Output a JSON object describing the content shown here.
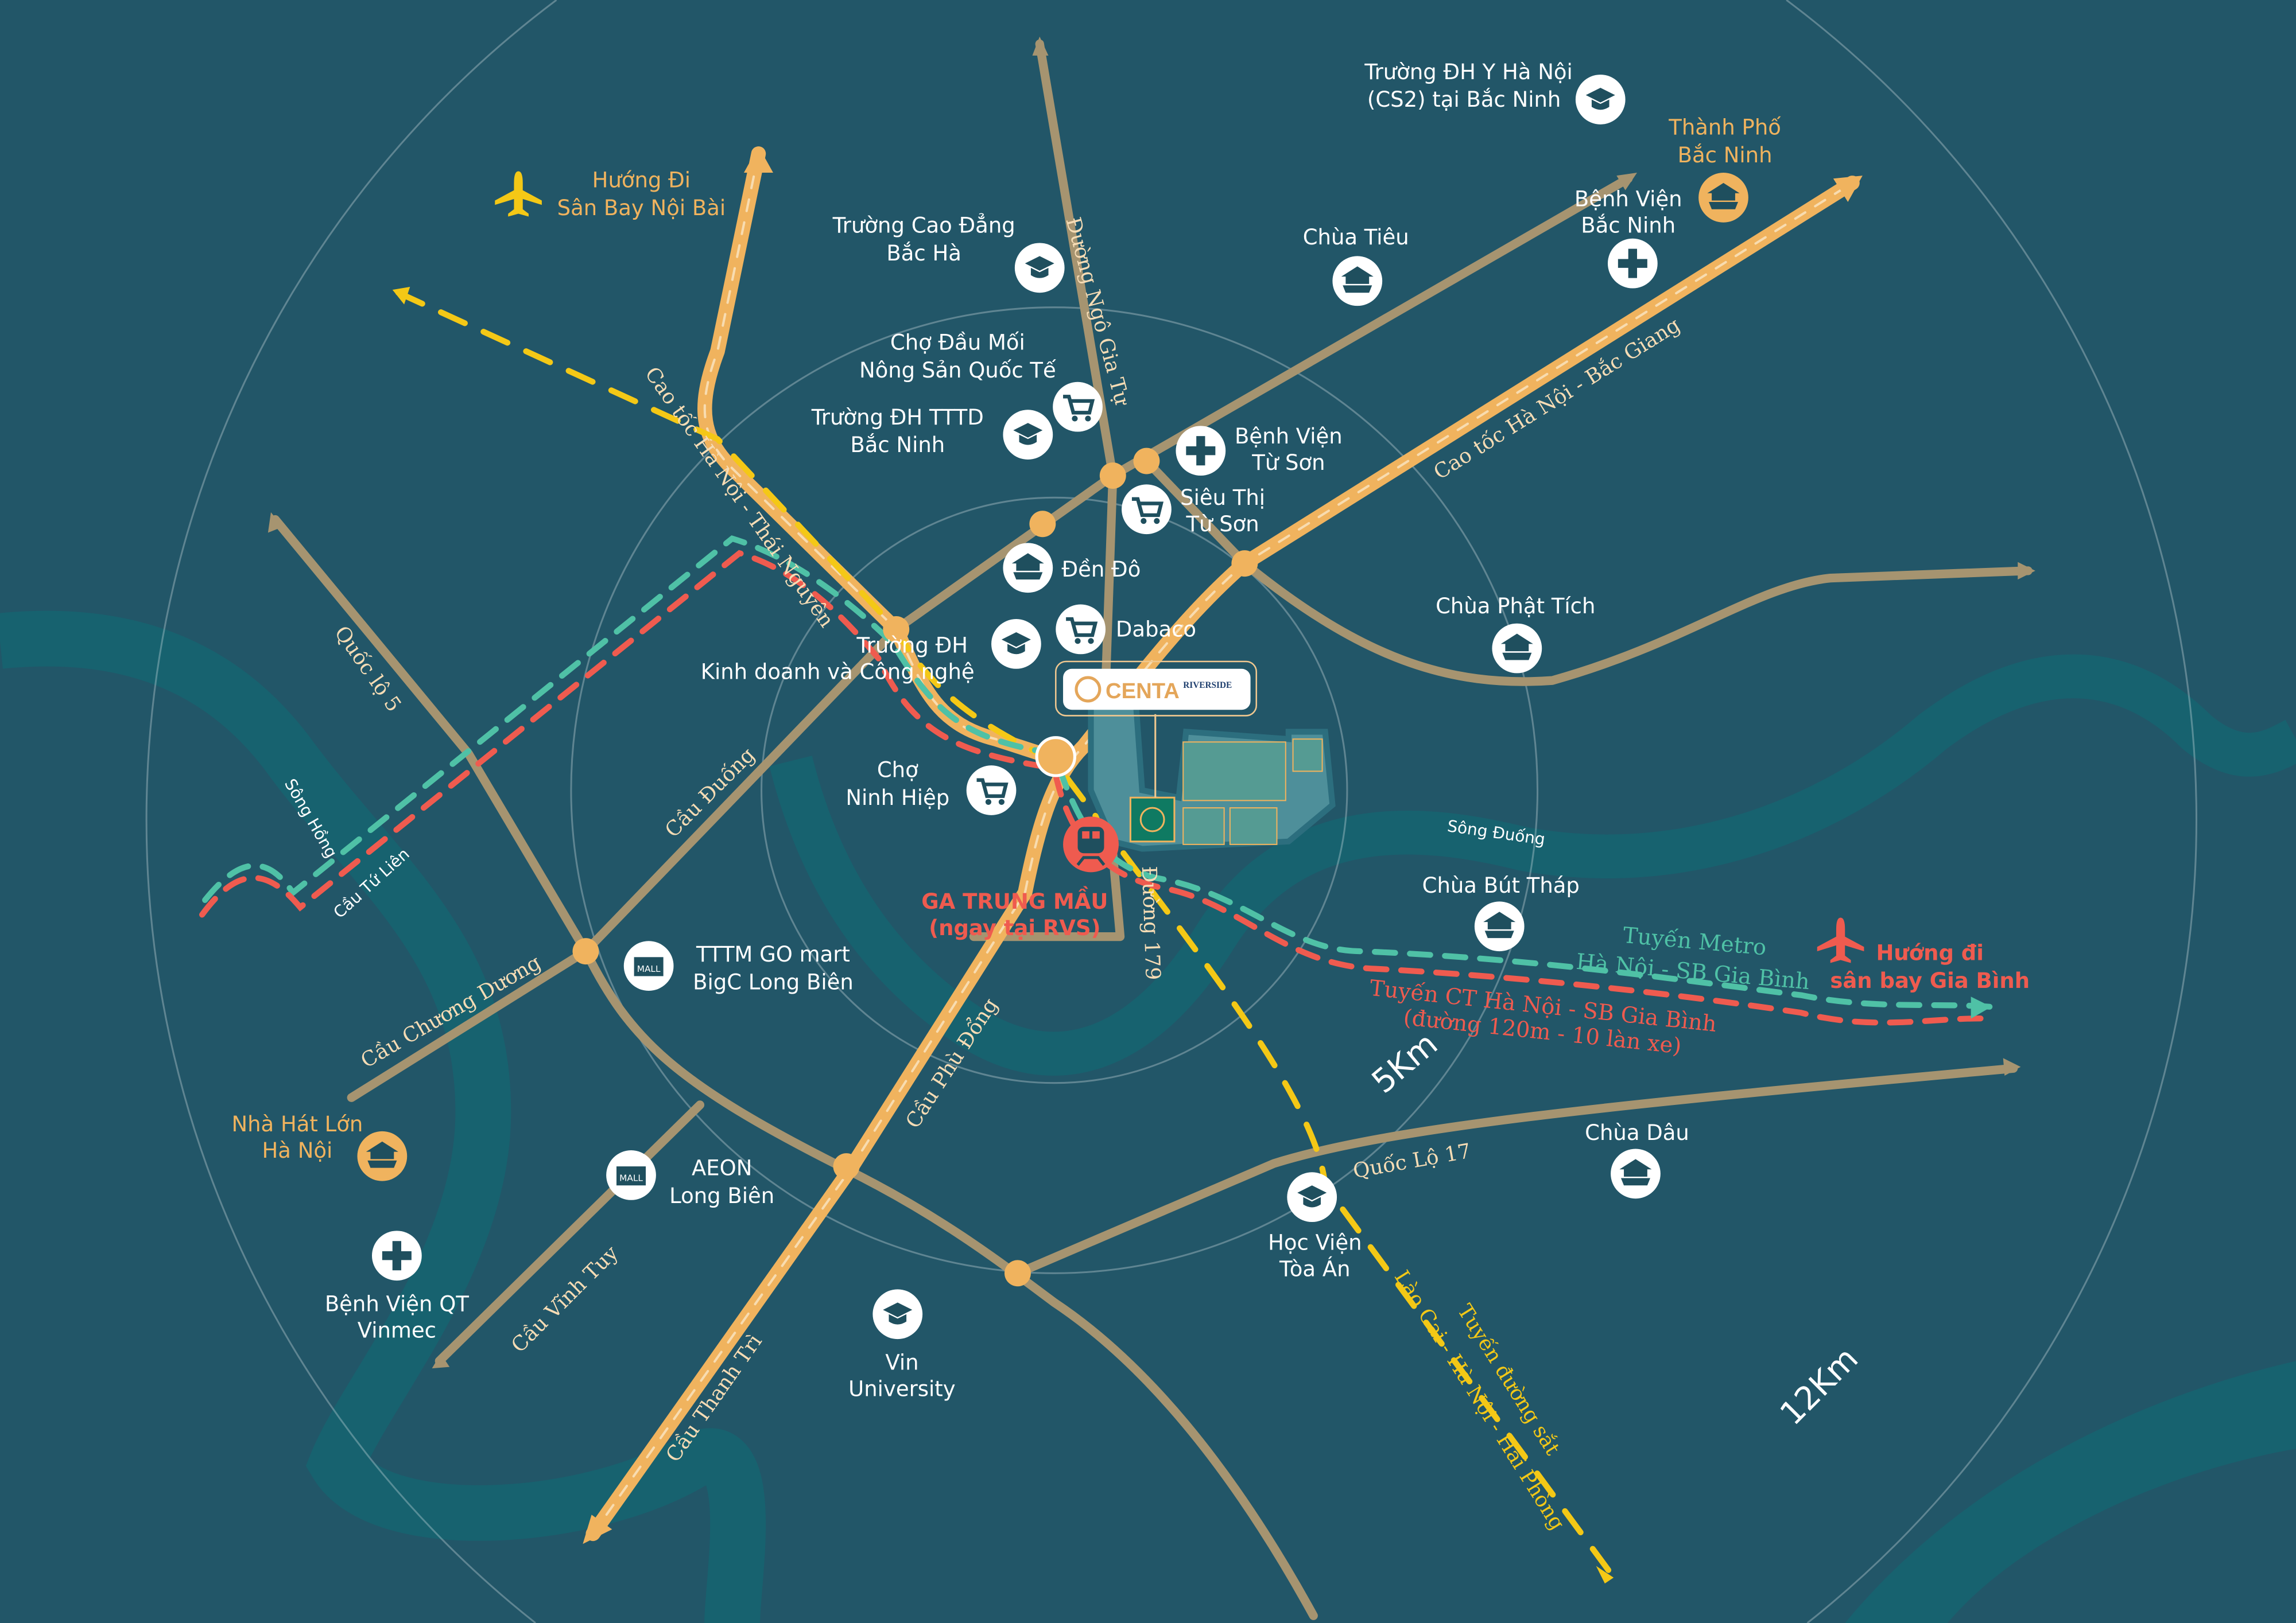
{
  "colors": {
    "background": "#225668",
    "river": "#17626f",
    "road": "#a69470",
    "highway": "#f0b35e",
    "metro": "#4fc1a6",
    "rail": "#ef5b4f",
    "railway": "#f4c816",
    "accent": "#f0b35e"
  },
  "logo": {
    "brand": "CENTA",
    "sub": "RIVERSIDE"
  },
  "distances": {
    "inner": "5Km",
    "outer": "12Km"
  },
  "places": {
    "dh_y": [
      "Trường ĐH Y Hà Nội",
      "(CS2) tại Bắc Ninh"
    ],
    "tp_bn": [
      "Thành Phố",
      "Bắc Ninh"
    ],
    "bv_bn": [
      "Bệnh Viện",
      "Bắc Ninh"
    ],
    "chua_tieu": "Chùa Tiêu",
    "noi_bai": [
      "Hướng Đi",
      "Sân Bay Nội Bài"
    ],
    "cd_bac_ha": [
      "Trường Cao Đẳng",
      "Bắc Hà"
    ],
    "cho_dau_moi": [
      "Chợ Đầu Mối",
      "Nông Sản Quốc Tế"
    ],
    "dh_tttd": [
      "Trường ĐH TTTD",
      "Bắc Ninh"
    ],
    "bv_tu_son": [
      "Bệnh Viện",
      "Từ Sơn"
    ],
    "st_tu_son": [
      "Siêu Thị",
      "Từ Sơn"
    ],
    "den_do": "Đền Đô",
    "dabaco": "Dabaco",
    "dh_kd": [
      "Trường ĐH",
      "Kinh doanh và Công nghệ"
    ],
    "chua_phat_tich": "Chùa Phật Tích",
    "cho_ninh_hiep": [
      "Chợ",
      "Ninh Hiệp"
    ],
    "ga": [
      "GA TRUNG MẦU",
      "(ngay tại RVS)"
    ],
    "chua_but_thap": "Chùa Bút Tháp",
    "gia_binh": [
      "Hướng đi",
      "sân bay Gia Bình"
    ],
    "go_mart": [
      "TTTM GO mart",
      "BigC Long Biên"
    ],
    "nha_hat": [
      "Nhà Hát Lớn",
      "Hà Nội"
    ],
    "aeon": [
      "AEON",
      "Long Biên"
    ],
    "vinmec": [
      "Bệnh Viện QT",
      "Vinmec"
    ],
    "vinuni": [
      "Vin",
      "University"
    ],
    "hv_toa_an": [
      "Học Viện",
      "Tòa Án"
    ],
    "chua_dau": "Chùa Dâu"
  },
  "roads": {
    "ngo_gia_tu": "Đường Ngô Gia Tự",
    "ct_hn_bg": "Cao tốc Hà Nội - Bắc Giang",
    "ct_hn_tn": "Cao tốc Hà Nội - Thái Nguyên",
    "ql5": "Quốc lộ 5",
    "cau_duong": "Cầu Đuống",
    "song_hong": "Sông Hồng",
    "cau_tu_lien": "Cầu Tứ Liên",
    "song_duong": "Sông Đuống",
    "duong_179": "Đường 179",
    "cau_chuong_duong": "Cầu Chương Dương",
    "cau_phu_dong": "Cầu Phù Đổng",
    "cau_vinh_tuy": "Cầu Vĩnh Tuy",
    "cau_thanh_tri": "Cầu Thanh Trì",
    "ql17": "Quốc Lộ 17",
    "metro": [
      "Tuyến Metro",
      "Hà Nội - SB Gia Bình"
    ],
    "ct_gia_binh": [
      "Tuyến CT Hà Nội - SB Gia Bình",
      "(đường 120m - 10 làn xe)"
    ],
    "railway": [
      "Tuyến đường sắt",
      "Lào Cai - Hà Nội - Hải Phòng"
    ]
  }
}
